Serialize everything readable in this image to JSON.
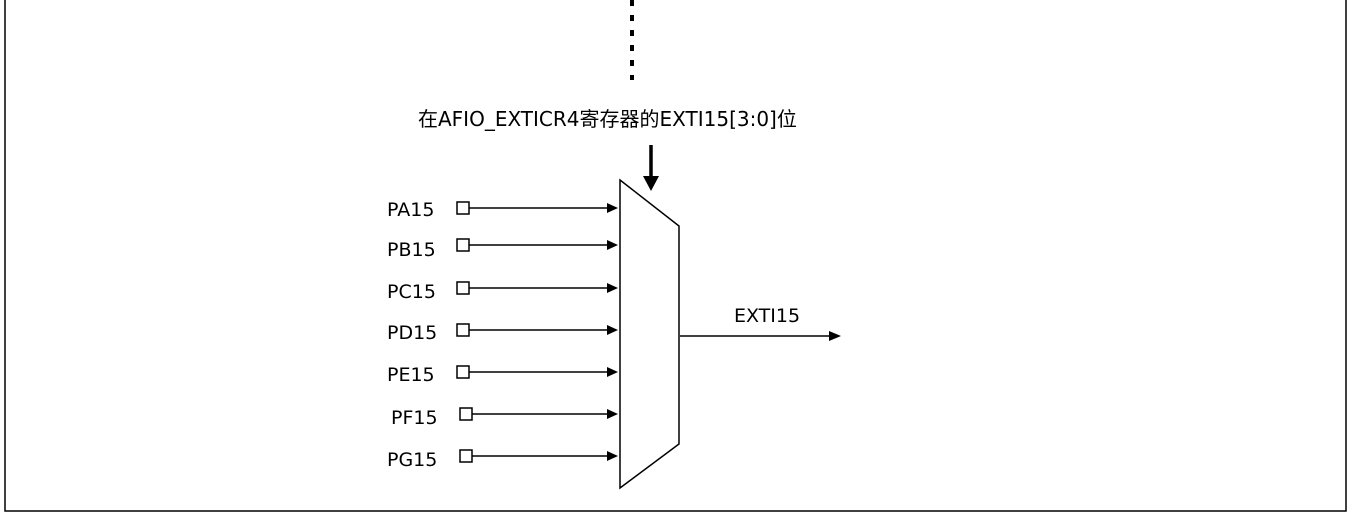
{
  "diagram": {
    "selector_note": "在AFIO_EXTICR4寄存器的EXTI15[3:0]位",
    "inputs": [
      {
        "label": "PA15"
      },
      {
        "label": "PB15"
      },
      {
        "label": "PC15"
      },
      {
        "label": "PD15"
      },
      {
        "label": "PE15"
      },
      {
        "label": "PF15"
      },
      {
        "label": "PG15"
      }
    ],
    "output": {
      "label": "EXTI15"
    }
  }
}
